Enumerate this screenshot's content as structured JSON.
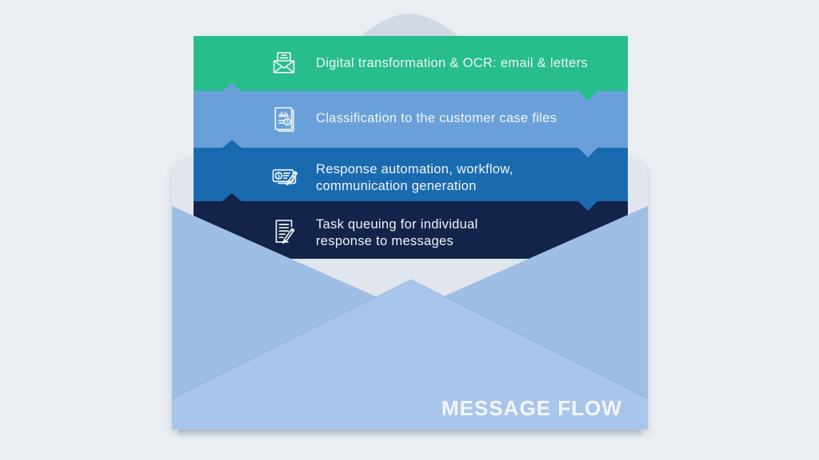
{
  "page": {
    "background_color": "#EAEEF2",
    "title": "MESSAGE FLOW"
  },
  "envelope": {
    "back_flap_color": "#D2D9E5",
    "paper_color": "#E1E6EE",
    "pocket_color": "#9FBEE4",
    "front_flap_color": "#A9C6EA",
    "letter_edge_highlight": "#D3E6E1"
  },
  "steps": [
    {
      "icon": "open-envelope-letter-icon",
      "color": "#27BD8D",
      "lines": [
        "Digital transformation & OCR: email & letters"
      ]
    },
    {
      "icon": "document-chart-dollar-icon",
      "color": "#6AA0D9",
      "lines": [
        "Classification to the customer case files"
      ]
    },
    {
      "icon": "check-dollar-pen-icon",
      "color": "#1A6AB0",
      "lines": [
        "Response automation, workflow,",
        "communication generation"
      ]
    },
    {
      "icon": "document-pencil-icon",
      "color": "#132349",
      "lines": [
        "Task queuing for individual",
        "response to messages"
      ]
    }
  ],
  "icon_glyphs": {
    "dollar": "$"
  }
}
